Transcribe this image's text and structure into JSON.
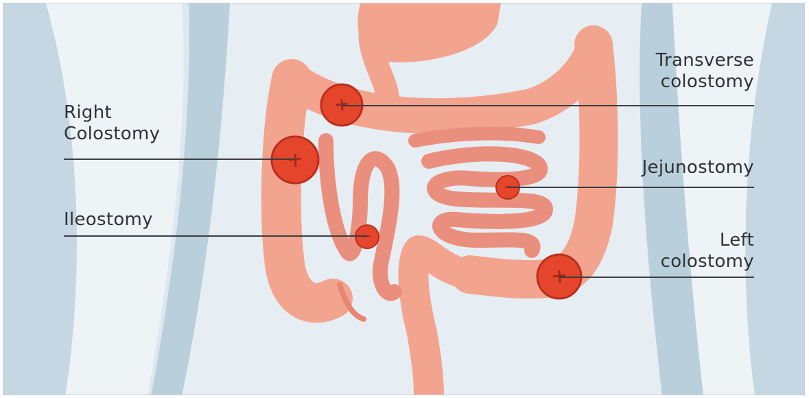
{
  "labels": {
    "right_colostomy": [
      "Right",
      "Colostomy"
    ],
    "ileostomy": [
      "Ileostomy"
    ],
    "transverse_colostomy": [
      "Transverse",
      "colostomy"
    ],
    "jejunostomy": [
      "Jejunostomy"
    ],
    "left_colostomy": [
      "Left",
      "colostomy"
    ]
  },
  "colors": {
    "background": "#dce8ef",
    "body_light": "#eef3f6",
    "body_shade": "#b9cfdb",
    "intestine": "#f3a48f",
    "intestine_dark": "#e98573",
    "stoma": "#e5452b",
    "stoma_dark": "#b8301d",
    "leader_line": "#3a3d41",
    "text": "#2f3236"
  }
}
